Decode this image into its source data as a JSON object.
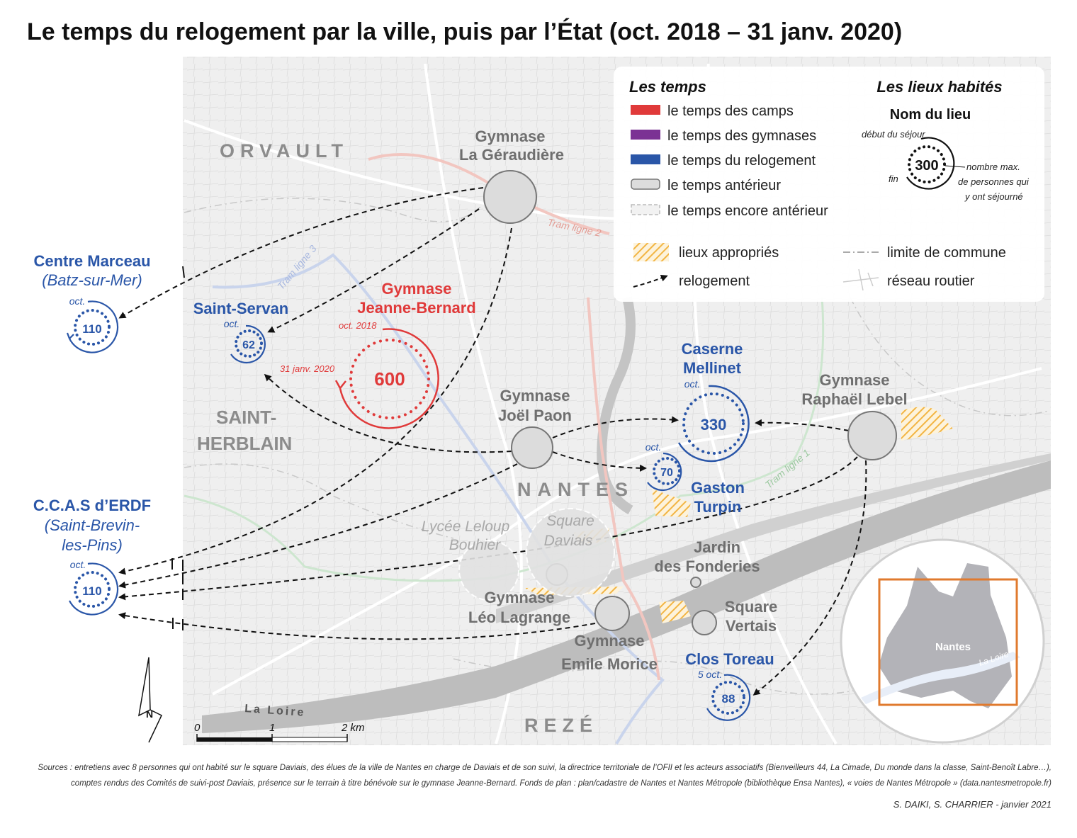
{
  "title": "Le temps du relogement par la ville, puis par l’État (oct. 2018 – 31 janv. 2020)",
  "colors": {
    "camps": "#e03a3a",
    "gymnases": "#7b3294",
    "relogement": "#2a56a8",
    "anterieur": "#808080",
    "appropries": "#f2b544",
    "background_map": "#ededed"
  },
  "communes": [
    "ORVAULT",
    "SAINT-",
    "HERBLAIN",
    "NANTES",
    "REZÉ"
  ],
  "river_label": "La Loire",
  "tram_labels": [
    "Tram ligne 2",
    "Tram ligne 3",
    "Tram ligne 1"
  ],
  "places": {
    "marceau": {
      "name": "Centre Marceau",
      "sub": "(Batz-sur-Mer)",
      "start": "oct.",
      "count": 110
    },
    "servan": {
      "name": "Saint-Servan",
      "start": "oct.",
      "count": 62
    },
    "jb": {
      "name1": "Gymnase",
      "name2": "Jeanne-Bernard",
      "start": "oct. 2018",
      "end": "31 janv. 2020",
      "count": 600
    },
    "ccas": {
      "name": "C.C.A.S d’ERDF",
      "sub1": "(Saint-Brevin-",
      "sub2": "les-Pins)",
      "start": "oct.",
      "count": 110
    },
    "mellinet": {
      "name1": "Caserne",
      "name2": "Mellinet",
      "start": "oct.",
      "count": 330
    },
    "turpin": {
      "name1": "Gaston",
      "name2": "Turpin",
      "start": "oct.",
      "count": 70
    },
    "toreau": {
      "name": "Clos Toreau",
      "start": "5 oct.",
      "count": 88
    },
    "geraudiere": {
      "name1": "Gymnase",
      "name2": "La Géraudière"
    },
    "paon": {
      "name1": "Gymnase",
      "name2": "Joël Paon"
    },
    "lebel": {
      "name1": "Gymnase",
      "name2": "Raphaël Lebel"
    },
    "lagrange": {
      "name1": "Gymnase",
      "name2": "Léo Lagrange"
    },
    "morice": {
      "name1": "Gymnase",
      "name2": "Emile Morice"
    },
    "lycee": {
      "name1": "Lycée Leloup",
      "name2": "Bouhier"
    },
    "daviais": {
      "name1": "Square",
      "name2": "Daviais"
    },
    "fonderies": {
      "name1": "Jardin",
      "name2": "des Fonderies"
    },
    "vertais": {
      "name1": "Square",
      "name2": "Vertais"
    }
  },
  "legend": {
    "temps_title": "Les temps",
    "temps_items": [
      "le temps des camps",
      "le temps des gymnases",
      "le temps du relogement",
      "le temps antérieur",
      "le temps encore antérieur"
    ],
    "lieux_title": "Les lieux habités",
    "lieu_name": "Nom du lieu",
    "debut": "début du séjour",
    "fin": "fin",
    "example_count": 300,
    "nombre1": "nombre max.",
    "nombre2": "de personnes qui",
    "nombre3": "y ont séjourné",
    "appropries": "lieux appropriés",
    "relogement": "relogement",
    "limite": "limite de commune",
    "reseau": "réseau routier"
  },
  "scale": {
    "t0": "0",
    "t1": "1",
    "t2": "2 km"
  },
  "north": "N",
  "inset_label": "Nantes",
  "inset_river": "La Loire",
  "sources1": "Sources : entretiens avec 8 personnes qui ont habité sur le square Daviais, des élues de la ville de Nantes en charge de Daviais et de son suivi, la directrice territoriale de l’OFII et les acteurs associatifs (Bienveilleurs 44, La Cimade, Du monde dans la classe, Saint-Benoît Labre…),",
  "sources2": "comptes rendus des Comités de suivi-post Daviais, présence sur le terrain à titre bénévole sur le gymnase Jeanne-Bernard. Fonds de plan : plan/cadastre de Nantes et Nantes Métropole (bibliothèque Ensa Nantes), « voies de Nantes Métropole » (data.nantesmetropole.fr)",
  "credit": "S. DAIKI, S. CHARRIER - janvier 2021"
}
